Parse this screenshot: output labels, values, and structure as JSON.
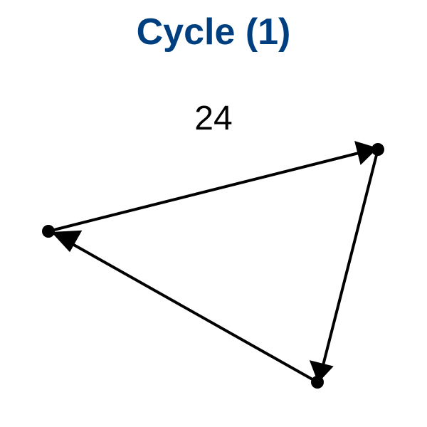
{
  "title": "Cycle (1)",
  "subtitle": "24",
  "colors": {
    "title": "#003f7f",
    "edge": "#000000",
    "node": "#000000"
  },
  "graph": {
    "nodes": [
      "node-a",
      "node-b",
      "node-c"
    ],
    "edges": [
      {
        "from": "node-a",
        "to": "node-b"
      },
      {
        "from": "node-b",
        "to": "node-c"
      },
      {
        "from": "node-c",
        "to": "node-a"
      }
    ]
  }
}
